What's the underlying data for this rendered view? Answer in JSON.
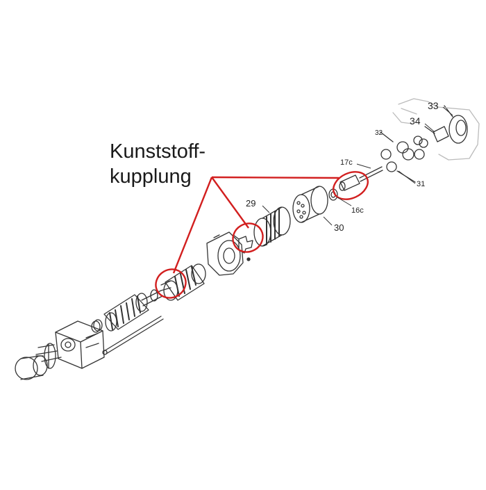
{
  "callout": {
    "line1": "Kunststoff-",
    "line2": "kupplung"
  },
  "part_labels": {
    "p29": "29",
    "p30": "30",
    "p17c": "17c",
    "p16c": "16c",
    "p31": "31",
    "p32": "32",
    "p33": "33",
    "p34": "34"
  },
  "colors": {
    "highlight": "#d21f1f",
    "line_art": "#333333"
  }
}
